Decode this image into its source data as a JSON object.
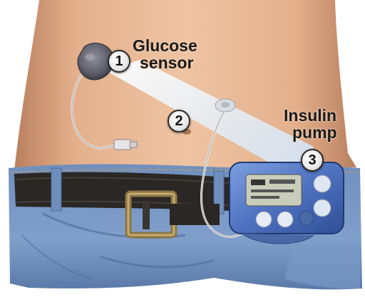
{
  "labels": {
    "sensor_line1": "Glucose",
    "sensor_line2": "sensor",
    "pump_line1": "Insulin",
    "pump_line2": "pump"
  },
  "badges": [
    "1",
    "2",
    "3"
  ],
  "colors": {
    "skin": "#e9b996",
    "skin_shadow": "#c98d6d",
    "jeans": "#6e8fbf",
    "jeans_dark": "#3f5e8e",
    "belt": "#2a2623",
    "buckle": "#8a7446",
    "pump_body": "#5b7fc6",
    "pump_screen": "#c9ccb9",
    "beam": "#e3f1ff"
  },
  "icons": [
    "sensor-icon",
    "infusion-set-icon",
    "insulin-pump-icon",
    "belt-buckle-icon"
  ]
}
